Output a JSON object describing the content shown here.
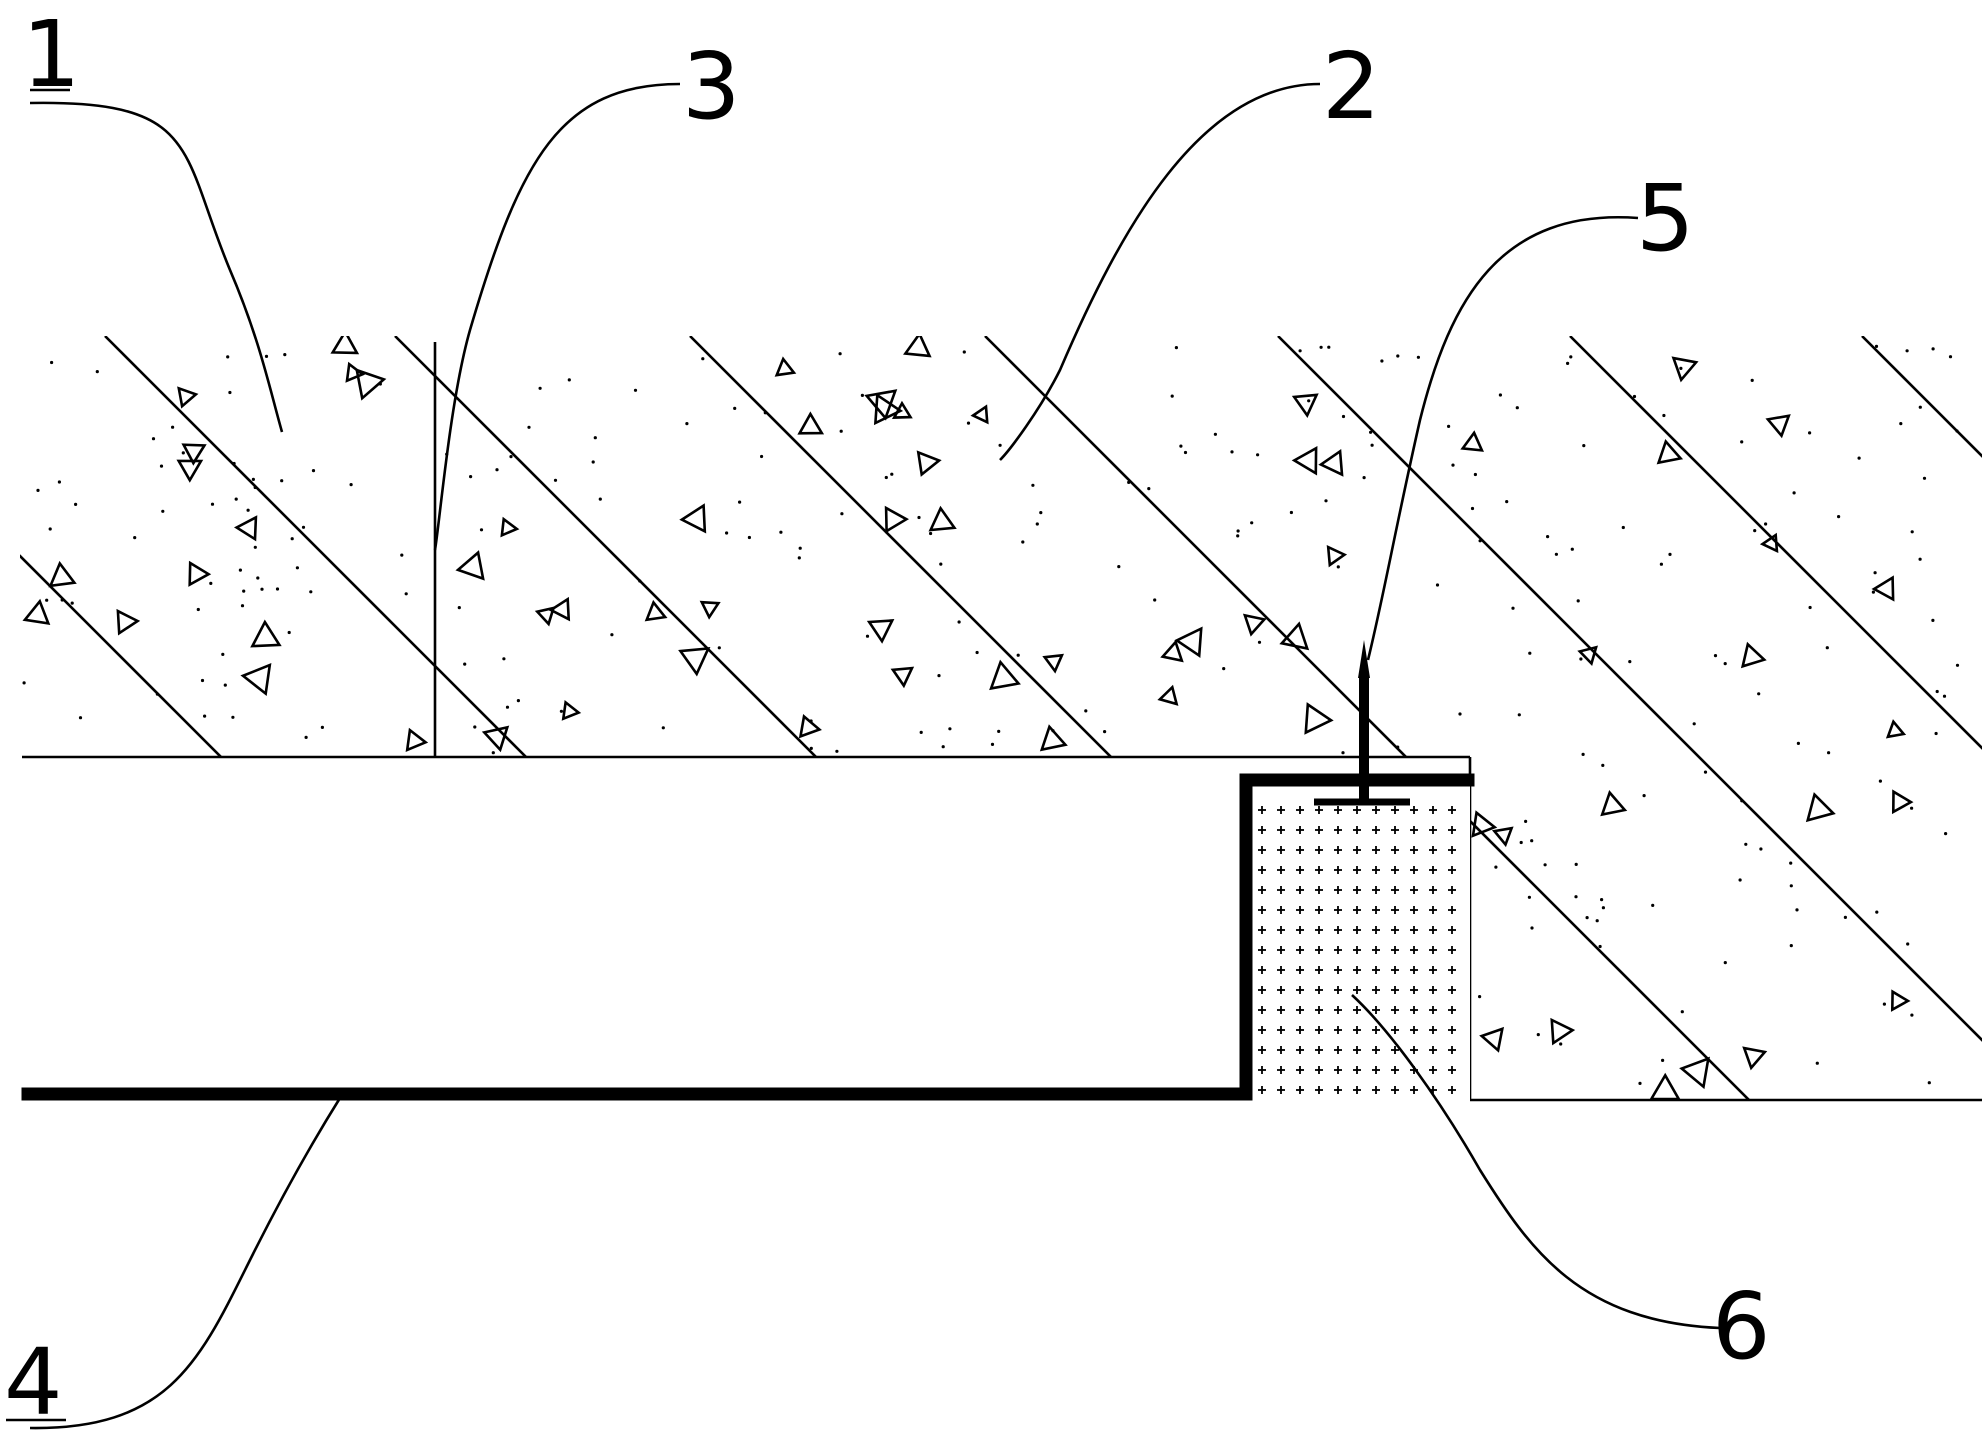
{
  "figure": {
    "callouts": [
      {
        "id": "1",
        "label": "1"
      },
      {
        "id": "2",
        "label": "2"
      },
      {
        "id": "3",
        "label": "3"
      },
      {
        "id": "4",
        "label": "4"
      },
      {
        "id": "5",
        "label": "5"
      },
      {
        "id": "6",
        "label": "6"
      }
    ]
  },
  "colors": {
    "line": "#000000",
    "background": "#ffffff"
  }
}
